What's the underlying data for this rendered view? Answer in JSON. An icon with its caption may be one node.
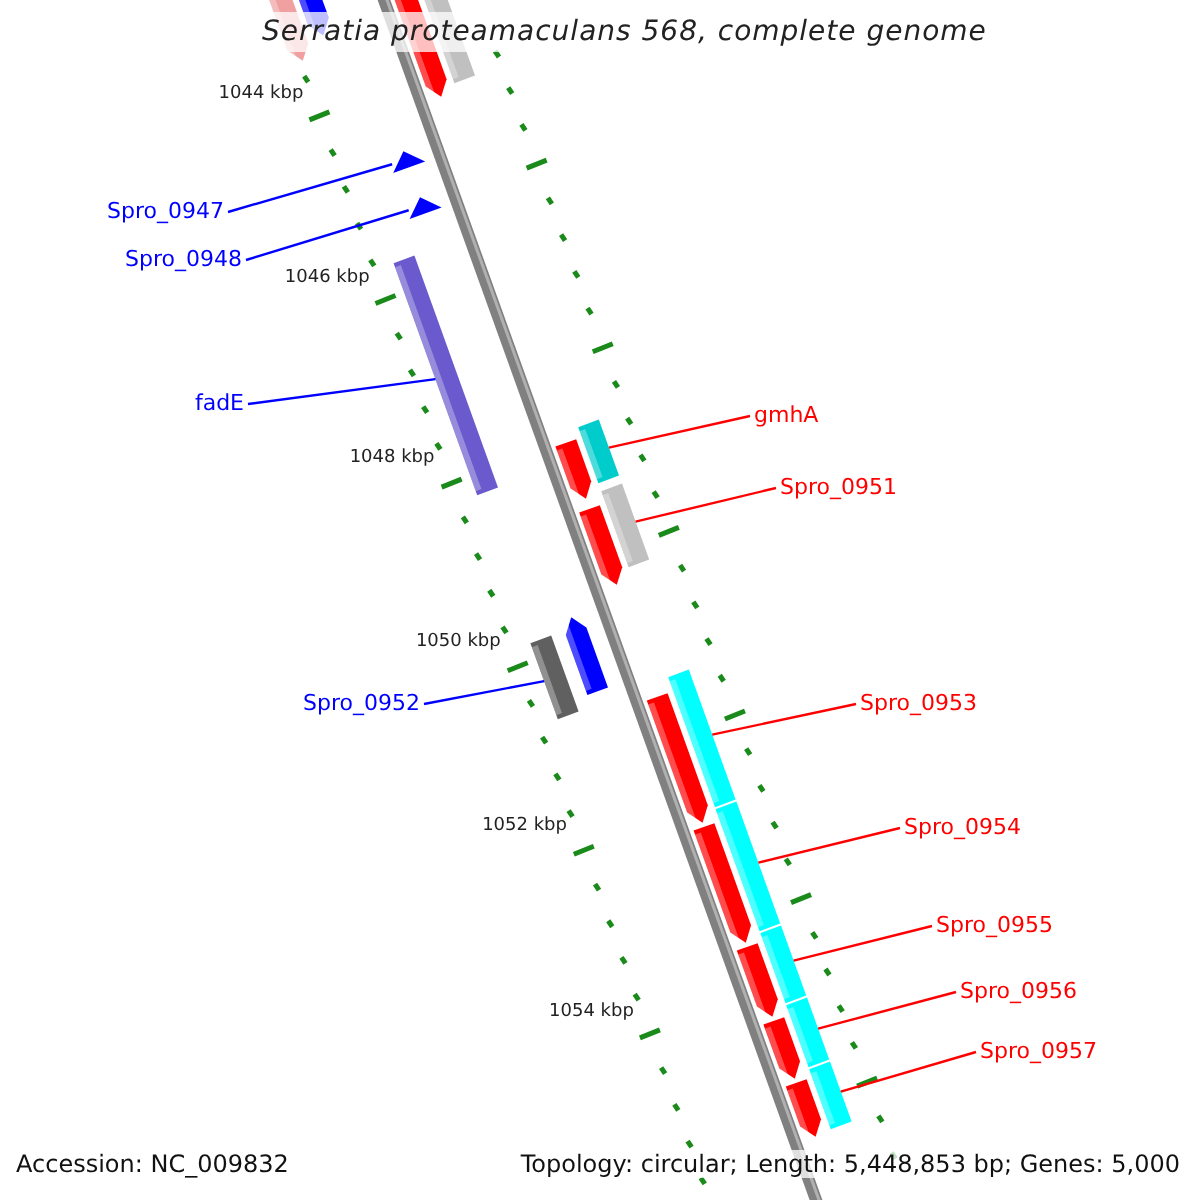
{
  "diagram": {
    "title": "Serratia proteamaculans 568, complete genome",
    "nodes": [
      {
        "text": [
          "Spro_0947"
        ]
      },
      {
        "text": [],
        "shape": "triangle"
      },
      {
        "text": [
          "Spro_0948"
        ]
      },
      {
        "text": [],
        "shape": "triangle"
      },
      {
        "text": [
          "fadE"
        ]
      },
      {
        "text": [],
        "shape": "bar"
      },
      {
        "text": [
          "gmhA"
        ]
      },
      {
        "text": [],
        "shape": "bar"
      },
      {
        "text": [
          "Spro_0951"
        ]
      },
      {
        "text": [],
        "shape": "bar"
      },
      {
        "text": [
          "Spro_0952"
        ]
      },
      {
        "text": [],
        "shape": "bar"
      },
      {
        "text": [
          "Spro_0953"
        ]
      },
      {
        "text": [],
        "shape": "bar"
      },
      {
        "text": [
          "Spro_0954"
        ]
      },
      {
        "text": [],
        "shape": "bar"
      },
      {
        "text": [
          "Spro_0955"
        ]
      },
      {
        "text": [],
        "shape": "bar"
      },
      {
        "text": [
          "Spro_0956"
        ]
      },
      {
        "text": [],
        "shape": "bar"
      },
      {
        "text": [
          "Spro_0957"
        ]
      },
      {
        "text": [],
        "shape": "bar"
      }
    ],
    "edges": [
      {
        "from": 0,
        "to": 1,
        "arrow": "none",
        "color": "#0000ff"
      },
      {
        "from": 2,
        "to": 3,
        "arrow": "none",
        "color": "#0000ff"
      },
      {
        "from": 4,
        "to": 5,
        "arrow": "none",
        "color": "#0000ff"
      },
      {
        "from": 6,
        "to": 7,
        "arrow": "none"
      },
      {
        "from": 8,
        "to": 9,
        "arrow": "none"
      },
      {
        "from": 10,
        "to": 11,
        "arrow": "none",
        "color": "#0000ff"
      },
      {
        "from": 12,
        "to": 13,
        "arrow": "none"
      },
      {
        "from": 14,
        "to": 15,
        "arrow": "none"
      },
      {
        "from": 16,
        "to": 17,
        "arrow": "none"
      },
      {
        "from": 18,
        "to": 19,
        "arrow": "none"
      },
      {
        "from": 20,
        "to": 21,
        "arrow": "none"
      }
    ],
    "labels": [
      "1044 kbp",
      "1046 kbp",
      "1048 kbp",
      "1050 kbp",
      "1052 kbp",
      "1054 kbp",
      "Accession: NC_009832",
      "Topology: circular; Length: 5,448,853 bp; Genes: 5,000"
    ]
  }
}
